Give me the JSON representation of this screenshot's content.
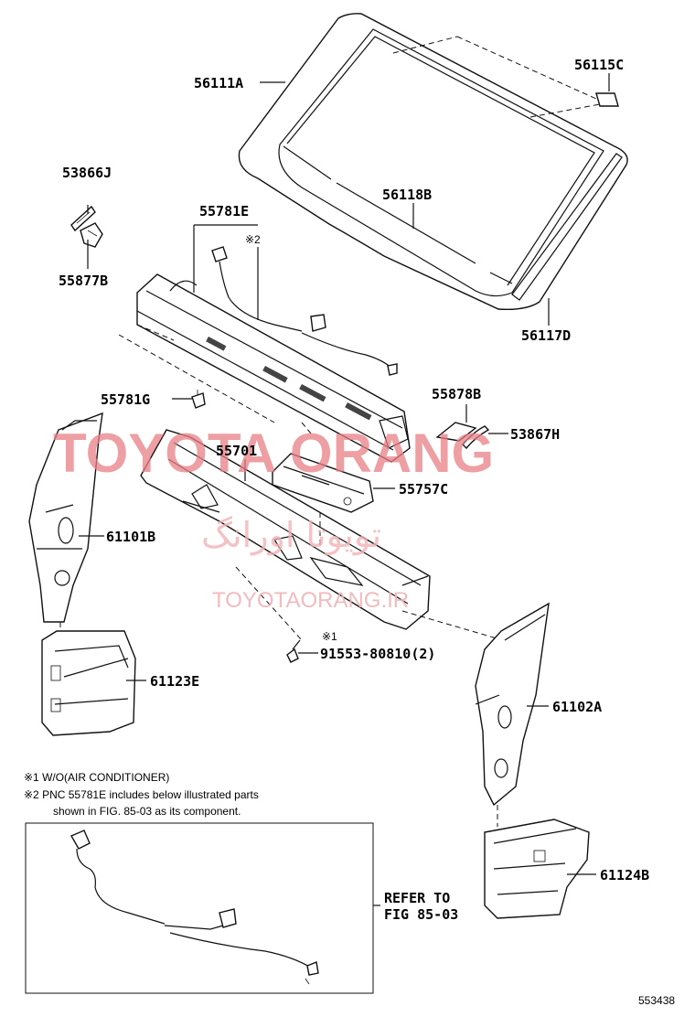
{
  "labels": {
    "l56111A": "56111A",
    "l56115C": "56115C",
    "l56118B": "56118B",
    "l56117D": "56117D",
    "l53866J": "53866J",
    "l55877B": "55877B",
    "l55781E": "55781E",
    "l55781E_note": "※2",
    "l55781G": "55781G",
    "l55878B": "55878B",
    "l53867H": "53867H",
    "l55701": "55701",
    "l55757C": "55757C",
    "l61101B": "61101B",
    "l61123E": "61123E",
    "l91553_note": "※1",
    "l91553": "91553-80810(2)",
    "l61102A": "61102A",
    "l61124B": "61124B"
  },
  "notes": {
    "n1": "※1 W/O(AIR CONDITIONER)",
    "n2": "※2 PNC 55781E includes below illustrated parts",
    "n3": "shown in FIG. 85-03 as its component."
  },
  "refer": {
    "line1": "REFER TO",
    "line2": "FIG 85-03"
  },
  "watermark": {
    "main": "TOYOTA ORANG",
    "arabic": "تویوتا اورانگ",
    "site": "TOYOTAORANG.IR"
  },
  "figure_id": "553438"
}
